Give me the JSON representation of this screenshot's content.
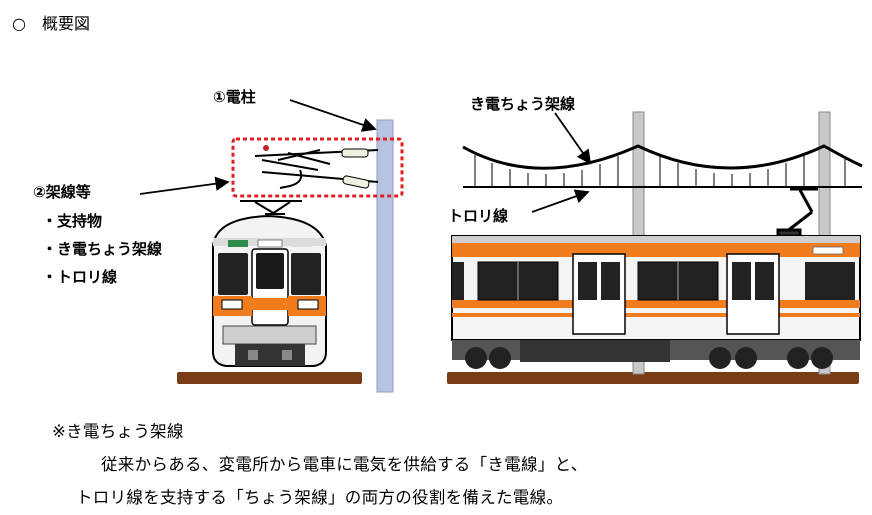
{
  "heading": "○　概要図",
  "labels": {
    "pole": "①電柱",
    "overhead": "②架線等",
    "support": "・支持物",
    "feeder_left": "・き電ちょう架線",
    "trolley_left": "・トロリ線",
    "feeder_right": "き電ちょう架線",
    "trolley_right": "トロリ線"
  },
  "note": {
    "title": "※き電ちょう架線",
    "line1": "従来からある、変電所から電車に電気を供給する「き電線」と、",
    "line2": "トロリ線を支持する「ちょう架線」の両方の役割を備えた電線。"
  },
  "colors": {
    "train_orange": "#f07c1e",
    "train_green": "#2e8b4a",
    "highlight_red": "#e02020",
    "pole_blue": "#b7c3e0",
    "ground_brown": "#7a3c14"
  }
}
